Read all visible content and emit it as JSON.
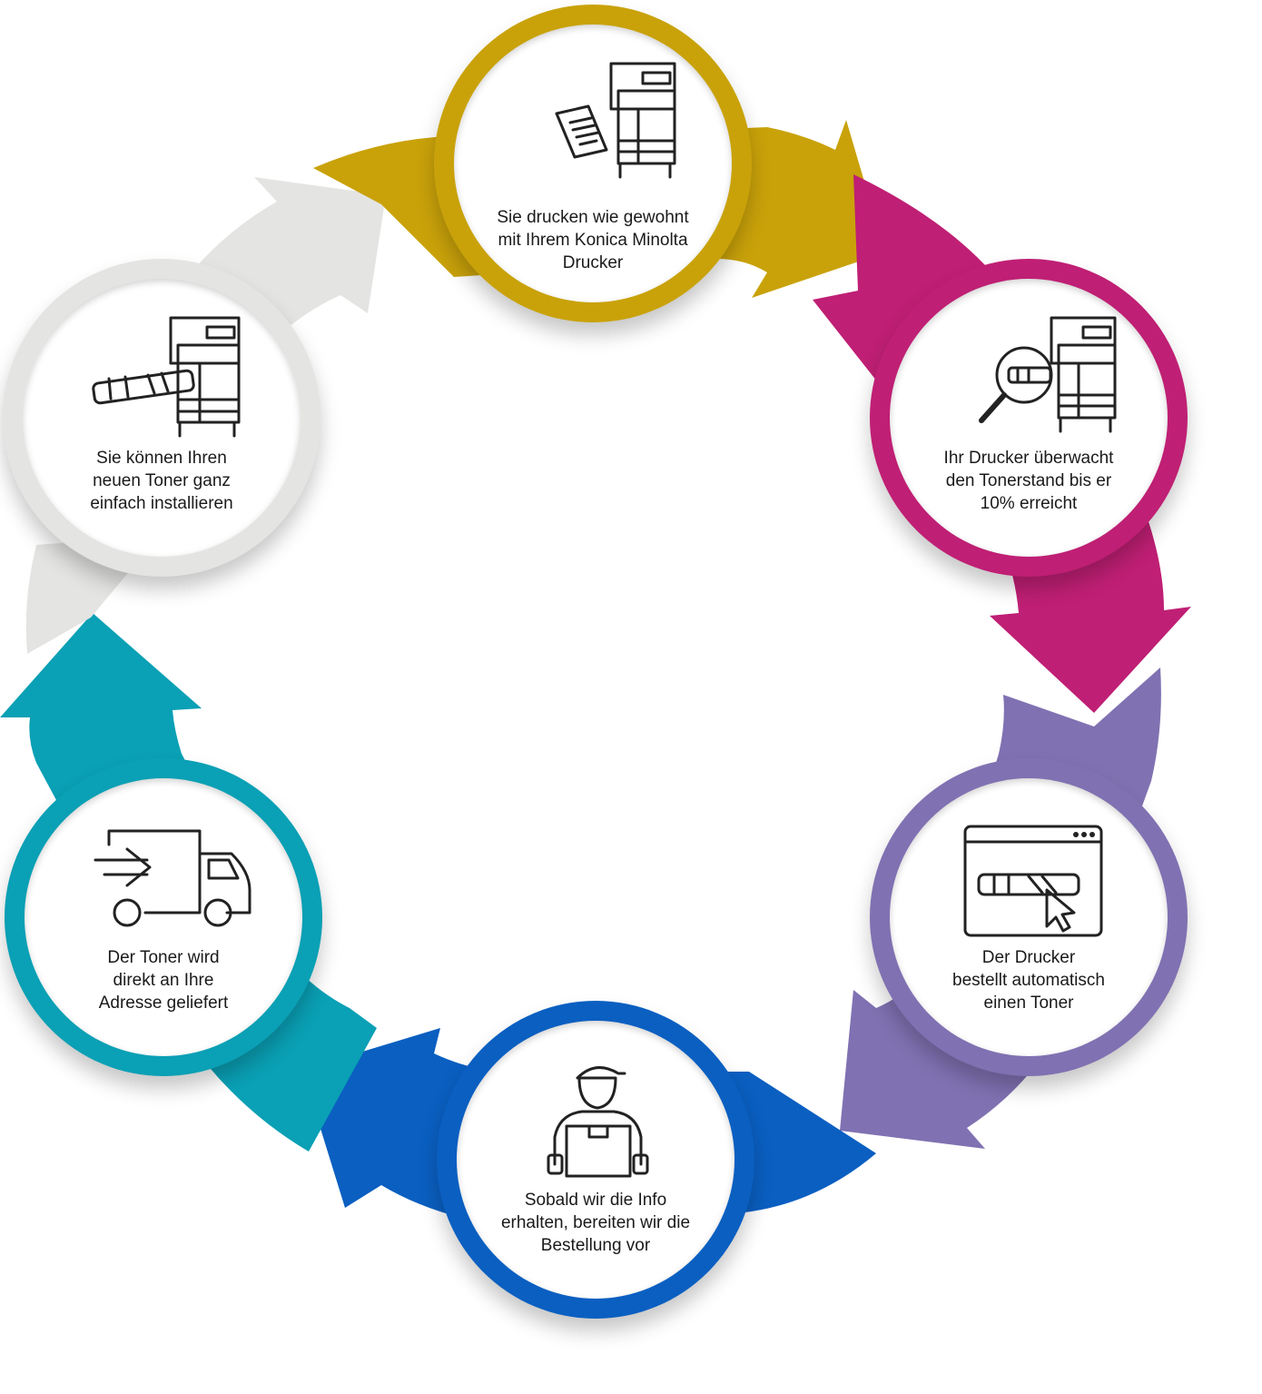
{
  "steps": [
    {
      "label": "Sie drucken wie gewohnt\nmit Ihrem Konica Minolta\nDrucker",
      "color": "#c9a20a",
      "icon": "printer-with-documents-icon"
    },
    {
      "label": "Ihr Drucker überwacht\nden Tonerstand bis er\n10% erreicht",
      "color": "#bf1f74",
      "icon": "printer-magnifier-toner-icon"
    },
    {
      "label": "Der Drucker\nbestellt automatisch\neinen Toner",
      "color": "#8071b2",
      "icon": "browser-toner-cursor-icon"
    },
    {
      "label": "Sobald wir die Info\nerhalten, bereiten wir die\nBestellung vor",
      "color": "#0a5fc1",
      "icon": "delivery-person-box-icon"
    },
    {
      "label": "Der Toner wird\ndirekt an Ihre\nAdresse geliefert",
      "color": "#0aa0b5",
      "icon": "delivery-truck-icon"
    },
    {
      "label": "Sie können Ihren\nneuen Toner ganz\neinfach installieren",
      "color": "#e4e4e2",
      "icon": "printer-toner-install-icon"
    }
  ]
}
